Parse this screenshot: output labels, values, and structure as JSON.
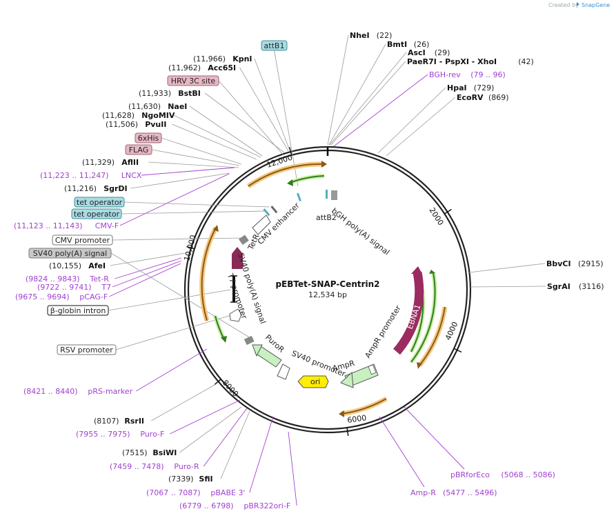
{
  "credit": {
    "prefix": "Created by",
    "brand": "SnapGene"
  },
  "plasmid": {
    "name": "pEBTet-SNAP-Centrin2",
    "size": "12,534 bp"
  },
  "features": {
    "ebna1": "EBNA1",
    "ori": "ori",
    "cmv_enhancer": "CMV enhancer",
    "tetr": "TetR",
    "sv40_pa": "SV40 poly(A) signal",
    "t7_promoter": "T7 promoter",
    "puror": "PuroR",
    "sv40_promoter": "SV40 promoter",
    "ampr": "AmpR",
    "ampr_promoter": "AmpR promoter",
    "bgh_pa": "bGH poly(A) signal",
    "attb2": "attB2"
  },
  "scale_ticks": [
    "2000",
    "4000",
    "6000",
    "8000",
    "10,000",
    "12,000"
  ],
  "sites": [
    {
      "id": "nhei",
      "name": "NheI",
      "pos": "(22)"
    },
    {
      "id": "bmti",
      "name": "BmtI",
      "pos": "(26)"
    },
    {
      "id": "asci",
      "name": "AscI",
      "pos": "(29)"
    },
    {
      "id": "paer7i",
      "name": "PaeR7I - PspXI - XhoI",
      "pos": "(42)"
    },
    {
      "id": "hpai",
      "name": "HpaI",
      "pos": "(729)"
    },
    {
      "id": "ecorv",
      "name": "EcoRV",
      "pos": "(869)"
    },
    {
      "id": "bbvci",
      "name": "BbvCI",
      "pos": "(2915)"
    },
    {
      "id": "sgrai",
      "name": "SgrAI",
      "pos": "(3116)"
    },
    {
      "id": "kpni",
      "name": "KpnI",
      "pos": "(11,966)"
    },
    {
      "id": "acc65i",
      "name": "Acc65I",
      "pos": "(11,962)"
    },
    {
      "id": "bstbi",
      "name": "BstBI",
      "pos": "(11,933)"
    },
    {
      "id": "naei",
      "name": "NaeI",
      "pos": "(11,630)"
    },
    {
      "id": "ngomiv",
      "name": "NgoMIV",
      "pos": "(11,628)"
    },
    {
      "id": "pvuii",
      "name": "PvuII",
      "pos": "(11,506)"
    },
    {
      "id": "aflii",
      "name": "AflII",
      "pos": "(11,329)"
    },
    {
      "id": "sgrdi",
      "name": "SgrDI",
      "pos": "(11,216)"
    },
    {
      "id": "afei",
      "name": "AfeI",
      "pos": "(10,155)"
    },
    {
      "id": "rsrii",
      "name": "RsrII",
      "pos": "(8107)"
    },
    {
      "id": "bsiwi",
      "name": "BsiWI",
      "pos": "(7515)"
    },
    {
      "id": "sfii",
      "name": "SfiI",
      "pos": "(7339)"
    }
  ],
  "primers": [
    {
      "id": "bgh-rev",
      "name": "BGH-rev",
      "range": "(79 .. 96)"
    },
    {
      "id": "lncx",
      "name": "LNCX",
      "range": "(11,223 .. 11,247)"
    },
    {
      "id": "cmv-f",
      "name": "CMV-F",
      "range": "(11,123 .. 11,143)"
    },
    {
      "id": "tet-r",
      "name": "Tet-R",
      "range": "(9824 .. 9843)"
    },
    {
      "id": "t7",
      "name": "T7",
      "range": "(9722 .. 9741)"
    },
    {
      "id": "pcag-f",
      "name": "pCAG-F",
      "range": "(9675 .. 9694)"
    },
    {
      "id": "prs-marker",
      "name": "pRS-marker",
      "range": "(8421 .. 8440)"
    },
    {
      "id": "puro-f",
      "name": "Puro-F",
      "range": "(7955 .. 7975)"
    },
    {
      "id": "puro-r",
      "name": "Puro-R",
      "range": "(7459 .. 7478)"
    },
    {
      "id": "pbabe3",
      "name": "pBABE 3'",
      "range": "(7067 .. 7087)"
    },
    {
      "id": "pbr322ori-f",
      "name": "pBR322ori-F",
      "range": "(6779 .. 6798)"
    },
    {
      "id": "pbrforeco",
      "name": "pBRforEco",
      "range": "(5068 .. 5086)"
    },
    {
      "id": "amp-r",
      "name": "Amp-R",
      "range": "(5477 .. 5496)"
    }
  ],
  "feature_boxes": [
    {
      "id": "attb1",
      "text": "attB1",
      "style": "teal"
    },
    {
      "id": "hrv3c",
      "text": "HRV 3C site",
      "style": "pink"
    },
    {
      "id": "6xhis",
      "text": "6xHis",
      "style": "pink"
    },
    {
      "id": "flag",
      "text": "FLAG",
      "style": "pink"
    },
    {
      "id": "tetop1",
      "text": "tet operator",
      "style": "teal"
    },
    {
      "id": "tetop2",
      "text": "tet operator",
      "style": "teal"
    },
    {
      "id": "cmv-promoter",
      "text": "CMV promoter",
      "style": "white"
    },
    {
      "id": "sv40-pa",
      "text": "SV40 poly(A) signal",
      "style": "grey"
    },
    {
      "id": "bglobin",
      "text": "β-globin intron",
      "style": "black"
    },
    {
      "id": "rsv",
      "text": "RSV promoter",
      "style": "white"
    }
  ],
  "colors": {
    "teal": "#a9dbe3",
    "teal_border": "#3f8f99",
    "pink": "#e6b8c4",
    "pink_border": "#a06476",
    "grey": "#c8c8c8",
    "primer": "#a040d0",
    "ebna1": "#9b2c5f",
    "ori": "#ffee00"
  }
}
